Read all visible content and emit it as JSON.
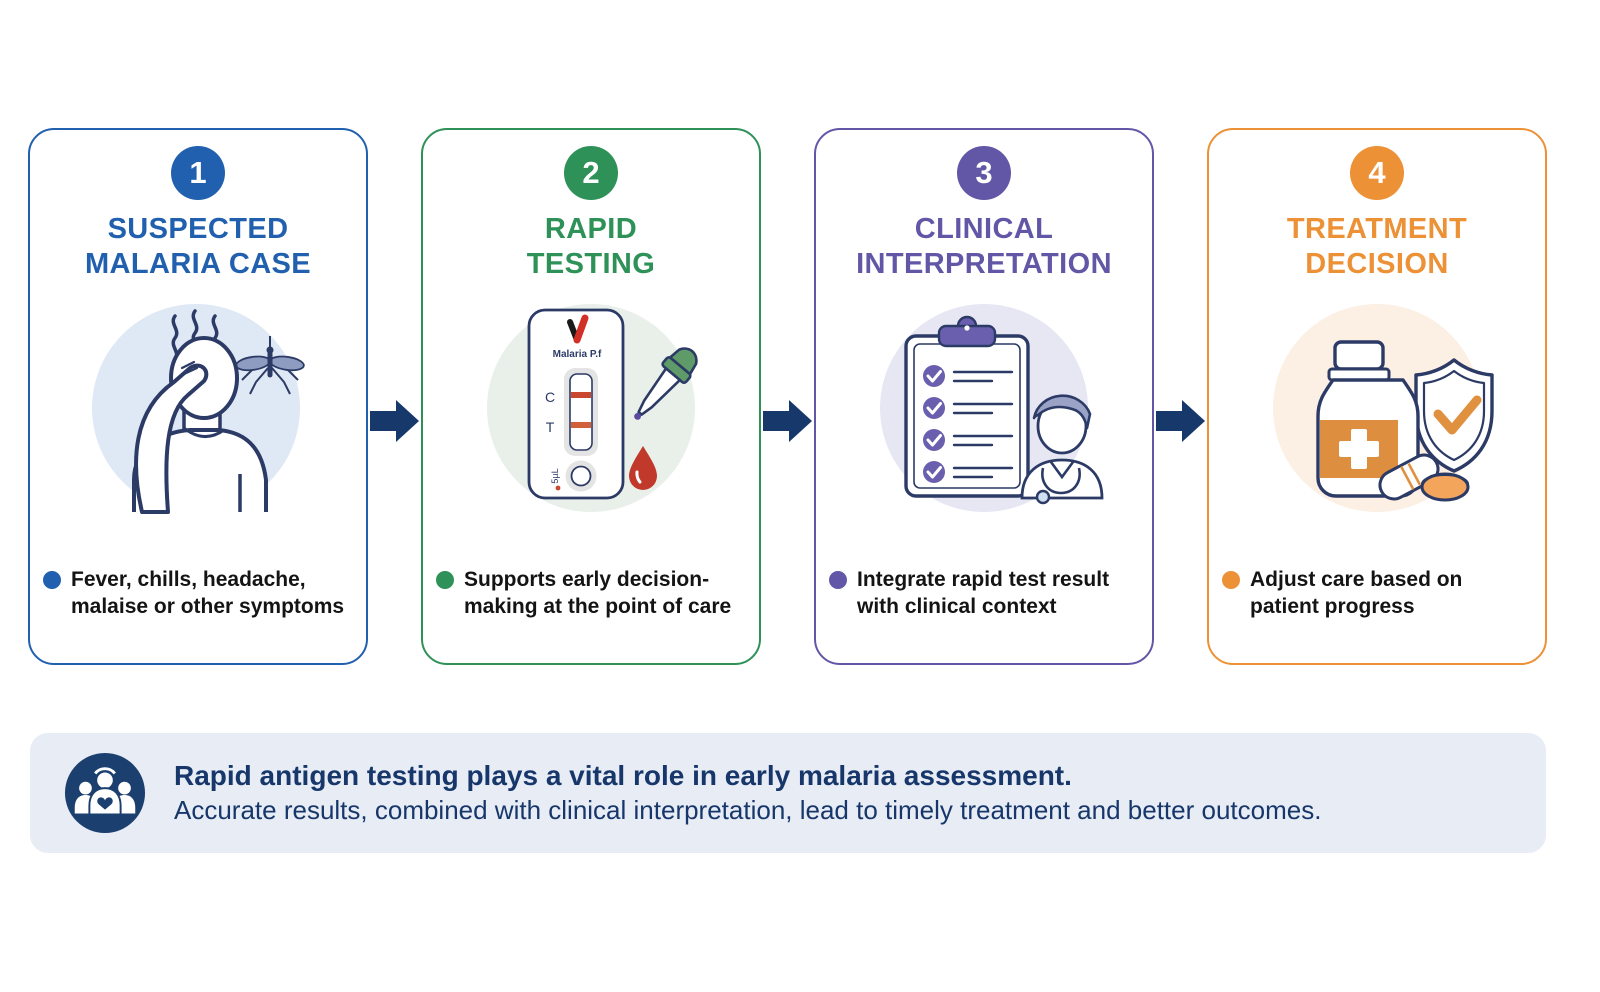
{
  "steps": [
    {
      "number": "1",
      "title_line1": "SUSPECTED",
      "title_line2": "MALARIA CASE",
      "bullet_line1": "Fever, chills, headache,",
      "bullet_line2": "malaise or other symptoms",
      "accent": "#2160ae",
      "light": "#dfe8f5",
      "icon": "patient-fever-mosquito-icon"
    },
    {
      "number": "2",
      "title_line1": "RAPID",
      "title_line2": "TESTING",
      "bullet_line1": "Supports early decision-",
      "bullet_line2": "making at the point of care",
      "accent": "#2e9158",
      "light": "#e9f0ea",
      "icon": "rapid-test-cassette-icon"
    },
    {
      "number": "3",
      "title_line1": "CLINICAL",
      "title_line2": "INTERPRETATION",
      "bullet_line1": "Integrate rapid test result",
      "bullet_line2": "with clinical context",
      "accent": "#6257a6",
      "light": "#e7e7f4",
      "icon": "clipboard-doctor-icon"
    },
    {
      "number": "4",
      "title_line1": "TREATMENT",
      "title_line2": "DECISION",
      "bullet_line1": "Adjust care based on",
      "bullet_line2": "patient progress",
      "accent": "#ec9135",
      "light": "#fcefe3",
      "icon": "medicine-shield-icon"
    }
  ],
  "cassette": {
    "brand": "Malaria P.f",
    "control_label": "C",
    "test_label": "T",
    "well_label": "5µL"
  },
  "banner": {
    "headline": "Rapid antigen testing plays a vital role in early malaria assessment.",
    "subtext": "Accurate results, combined with clinical interpretation, lead to timely treatment and better outcomes.",
    "background": "#e7ecf5",
    "text_color": "#17376b",
    "icon": "family-care-icon"
  },
  "arrow_color": "#16386b",
  "illustration_colors": {
    "outline_navy": "#2c3a66",
    "wing_gray_blue": "#8d9cc0",
    "band_red": "#c9472e",
    "dropper_green": "#5e9b68",
    "blood_red": "#c0392b",
    "clip_purple": "#6a5fae",
    "hair_lavender": "#9aa2c6",
    "label_orange": "#dd8e3e",
    "pill_orange": "#f2a55b",
    "check_orange": "#e0913f"
  }
}
